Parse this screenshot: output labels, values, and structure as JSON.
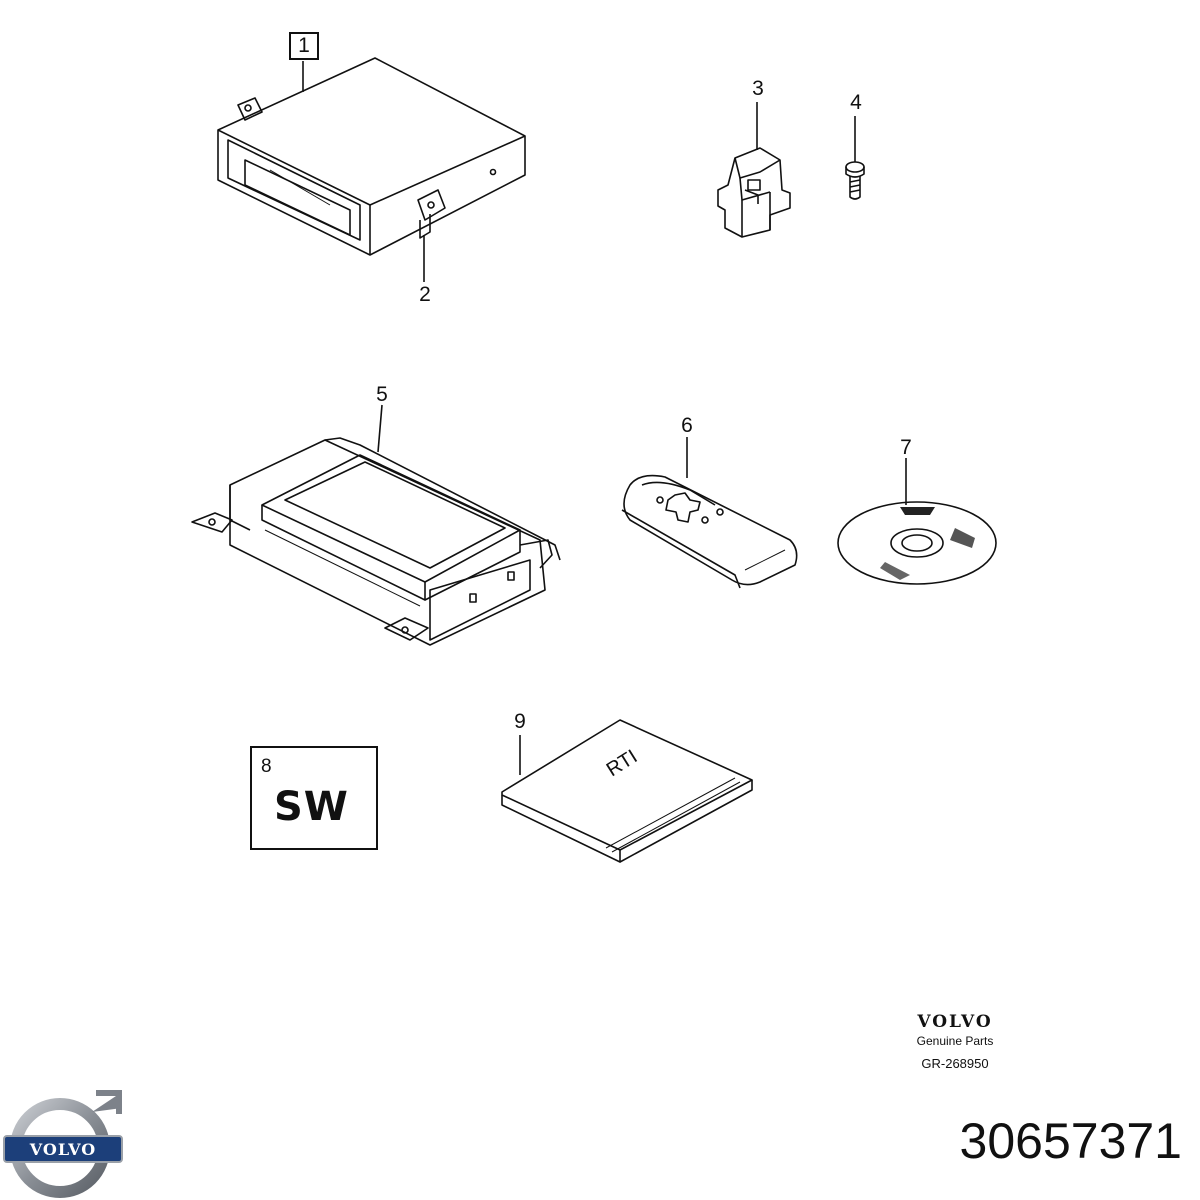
{
  "callouts": {
    "c1": "1",
    "c2": "2",
    "c3": "3",
    "c4": "4",
    "c5": "5",
    "c6": "6",
    "c7": "7",
    "c8": "8",
    "c9": "9"
  },
  "software_box": {
    "text": "SW"
  },
  "manual_cover_text": "RTI",
  "brand": {
    "wordmark": "VOLVO",
    "subtitle": "Genuine Parts",
    "drawing_code": "GR-268950"
  },
  "part_number": "30657371",
  "logo": {
    "wordmark": "VOLVO",
    "color_ring": "#8a8f96",
    "color_band": "#1c3f7a"
  }
}
